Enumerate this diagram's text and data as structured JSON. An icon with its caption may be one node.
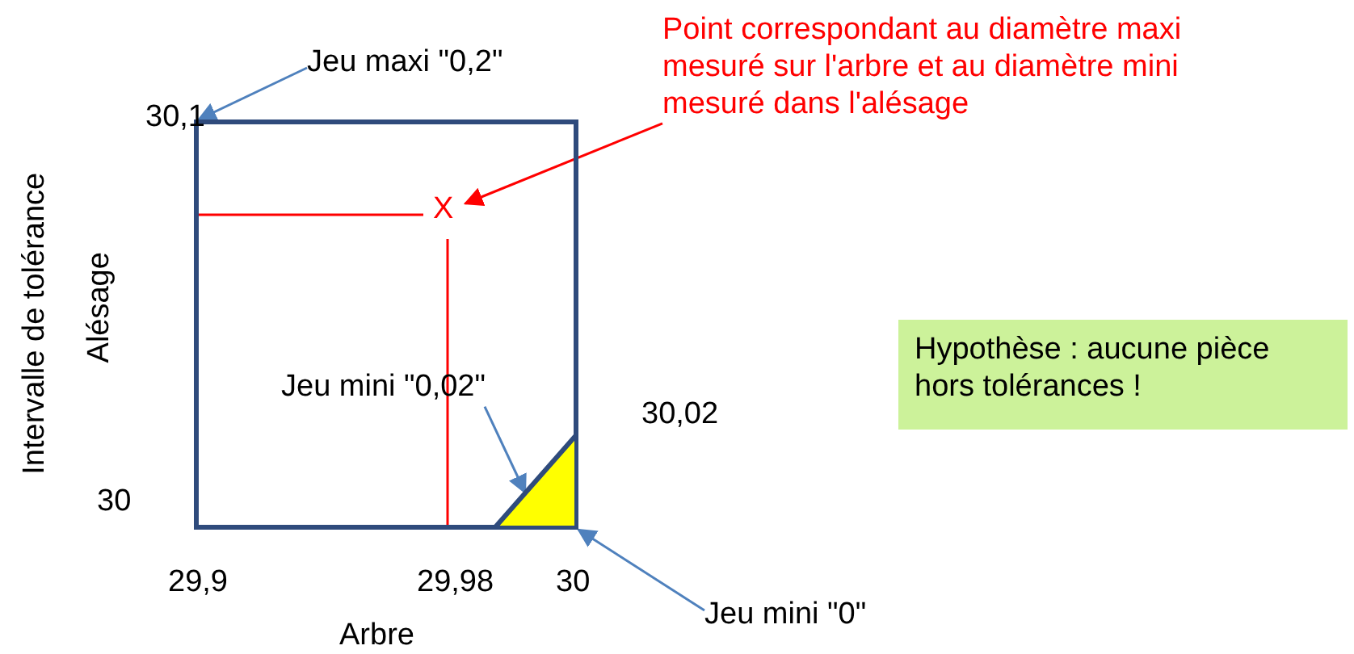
{
  "diagram": {
    "nodes": [
      {
        "text": [
          "Jeu maxi \"0,2\""
        ]
      },
      {
        "text": [
          "Point correspondant au diamètre maxi mesuré sur l'arbre et au diamètre mini mesuré dans l'alésage"
        ]
      },
      {
        "text": [],
        "shape": "box"
      },
      {
        "text": [
          "X"
        ],
        "in": 2
      },
      {
        "text": [
          "Jeu mini \"0,02\""
        ],
        "in": 2
      },
      {
        "text": [],
        "shape": "triangle",
        "in": 2
      },
      {
        "text": [
          "Jeu mini \"0\""
        ]
      },
      {
        "text": [
          "Hypothèse : aucune pièce hors tolérances !"
        ]
      }
    ],
    "edges": [
      {
        "from": 0,
        "to": 2,
        "arrow": "to"
      },
      {
        "from": 1,
        "to": 3,
        "arrow": "to",
        "color": "#ff0000"
      },
      {
        "from": 4,
        "to": 5,
        "arrow": "to"
      },
      {
        "from": 6,
        "to": 2,
        "arrow": "to"
      }
    ],
    "labels": [
      "30,1",
      "Intervalle de tolérance",
      "Alésage",
      "30,02",
      "30",
      "29,9",
      "29,98",
      "30",
      "Arbre"
    ]
  }
}
